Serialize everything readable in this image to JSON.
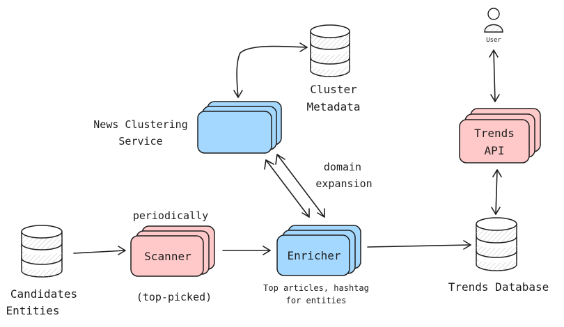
{
  "nodes": {
    "user": {
      "label": "User"
    },
    "cluster_metadata": {
      "line1": "Cluster",
      "line2": "Metadata"
    },
    "news_clustering": {
      "line1": "News Clustering",
      "line2": "Service"
    },
    "trends_api": {
      "line1": "Trends",
      "line2": "API"
    },
    "candidates": {
      "line1": "Candidates",
      "line2": "Entities"
    },
    "scanner": {
      "label": "Scanner"
    },
    "enricher": {
      "label": "Enricher"
    },
    "trends_db": {
      "label": "Trends Database"
    }
  },
  "annotations": {
    "periodically": "periodically",
    "top_picked": "(top-picked)",
    "domain_line1": "domain",
    "domain_line2": "expansion",
    "enricher_note_line1": "Top articles, hashtag",
    "enricher_note_line2": "for entities"
  },
  "colors": {
    "blue_fill": "#a5d8ff",
    "red_fill": "#ffc9c9",
    "stroke": "#1e1e1e"
  }
}
